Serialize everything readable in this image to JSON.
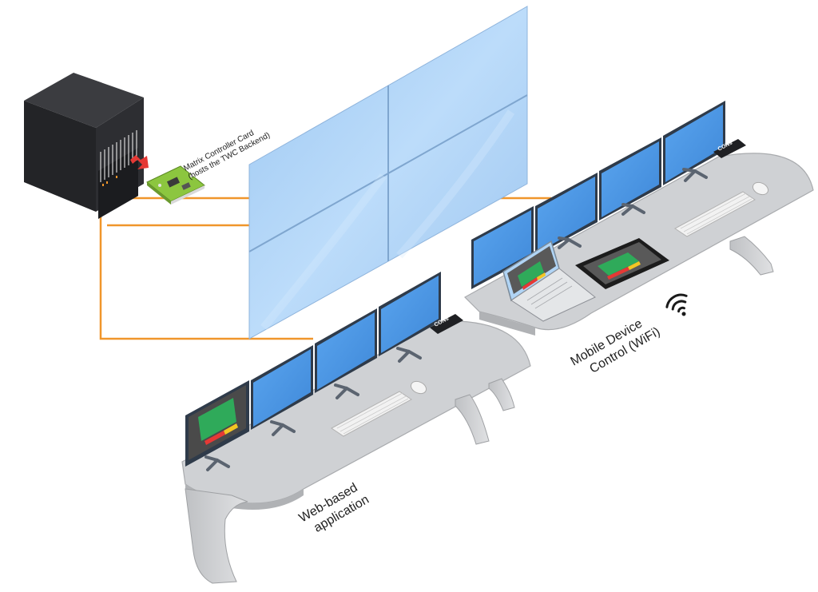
{
  "labels": {
    "matrix_card_line1": "Matrix Controller Card",
    "matrix_card_line2": "(hosts the TWC Backend)",
    "web_app_line1": "Web-based",
    "web_app_line2": "application",
    "mobile_line1": "Mobile Device",
    "mobile_line2": "Control (WiFi)",
    "cons_badge_front": "CONs",
    "cons_badge_back": "CONs"
  },
  "colors": {
    "cable": "#f0962b",
    "videowall": "#a9cff5",
    "monitor_screen": "#4d97e6",
    "desk_top": "#cfd1d4",
    "chassis": "#2a2b2e",
    "card_pcb": "#8cc63f",
    "arrow": "#e53935"
  },
  "icons": {
    "wifi": "wifi-icon",
    "mouse": "mouse-icon",
    "keyboard": "keyboard-icon"
  }
}
